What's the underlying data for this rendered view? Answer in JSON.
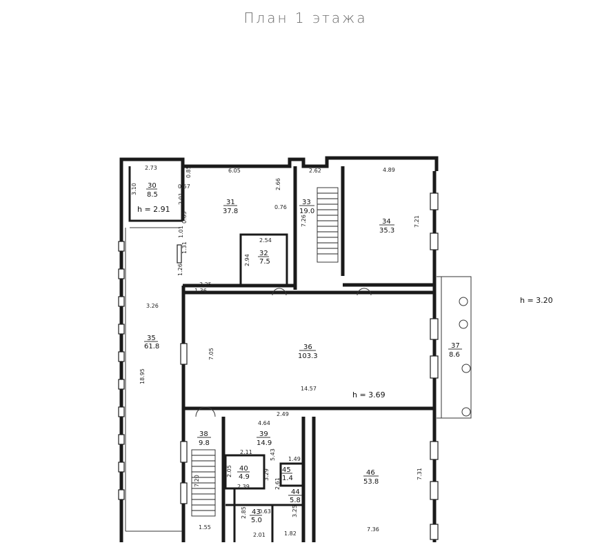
{
  "title": "План 1 этажа",
  "heights": {
    "room30": "h = 2.91",
    "terrace": "h = 3.20",
    "hall": "h = 3.69"
  },
  "rooms": [
    {
      "num": "30",
      "area": "8.5"
    },
    {
      "num": "31",
      "area": "37.8"
    },
    {
      "num": "32",
      "area": "7.5"
    },
    {
      "num": "33",
      "area": "19.0"
    },
    {
      "num": "34",
      "area": "35.3"
    },
    {
      "num": "35",
      "area": "61.8"
    },
    {
      "num": "36",
      "area": "103.3"
    },
    {
      "num": "37",
      "area": "8.6"
    },
    {
      "num": "38",
      "area": "9.8"
    },
    {
      "num": "39",
      "area": "14.9"
    },
    {
      "num": "40",
      "area": "4.9"
    },
    {
      "num": "43",
      "area": "5.0"
    },
    {
      "num": "44",
      "area": "5.8"
    },
    {
      "num": "45",
      "area": "1.4"
    },
    {
      "num": "46",
      "area": "53.8"
    }
  ],
  "dimensions": {
    "d273": "2.73",
    "d310": "3.10",
    "d085": "0.85",
    "d057": "0.57",
    "d201a": "2.01",
    "d605": "6.05",
    "d266": "2.66",
    "d076": "0.76",
    "d065": "0.65",
    "d101": "1.01",
    "d131": "1.31",
    "d126": "1.26",
    "d325": "3.25",
    "d136": "1.36",
    "d254": "2.54",
    "d294": "2.94",
    "d262": "2.62",
    "d726": "7.26",
    "d489": "4.89",
    "d721": "7.21",
    "d326": "3.26",
    "d1895": "18.95",
    "d705": "7.05",
    "d1457": "14.57",
    "d464": "4.64",
    "d249": "2.49",
    "d211": "2.11",
    "d543": "5.43",
    "d149": "1.49",
    "d205": "2.05",
    "d329": "3.29",
    "d239": "2.39",
    "d261": "2.61",
    "d731": "7.31",
    "d720": "7.20",
    "d285": "2.85",
    "d063": "0.63",
    "d325b": "3.25",
    "d155": "1.55",
    "d201b": "2.01",
    "d182": "1.82",
    "d736": "7.36"
  }
}
